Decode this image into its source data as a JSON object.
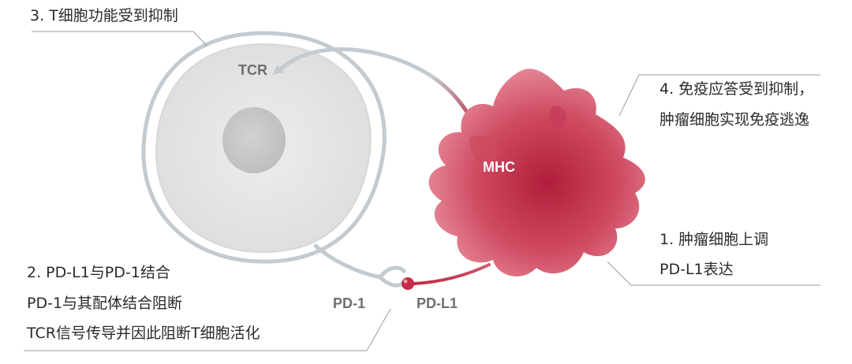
{
  "annotations": {
    "t_cell_inhibited": "3. T细胞功能受到抑制",
    "immune_inhibited_line1": "4. 免疫应答受到抑制，",
    "immune_inhibited_line2": "肿瘤细胞实现免疫逃逸",
    "tumor_upregulates_line1": "1. 肿瘤细胞上调",
    "tumor_upregulates_line2": "PD-L1表达",
    "binding_line1": "2. PD-L1与PD-1结合",
    "binding_line2": "PD-1与其配体结合阻断",
    "binding_line3": "TCR信号传导并因此阻断T细胞活化"
  },
  "labels": {
    "tcr": "TCR",
    "mhc": "MHC",
    "pd1": "PD-1",
    "pdl1": "PD-L1"
  },
  "colors": {
    "tumor_core": "#b8243f",
    "tumor_edge": "#e07a8a",
    "cell_fill": "#e6e6e6",
    "membrane": "#c3cbd0",
    "leader_line": "#9a9a9a",
    "text": "#2b2b2b"
  }
}
